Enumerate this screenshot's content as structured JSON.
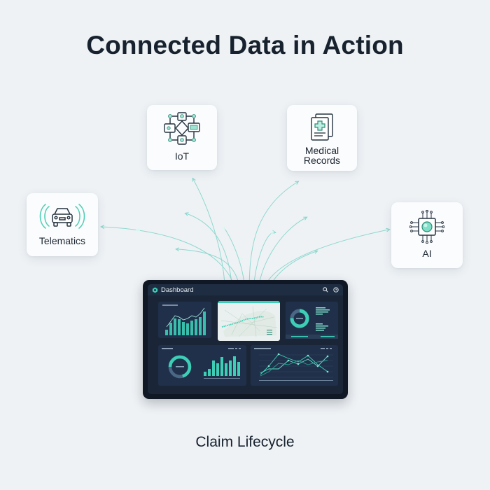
{
  "title": "Connected Data in Action",
  "sources": [
    {
      "id": "iot",
      "label": "IoT",
      "icon": "iot-network-icon"
    },
    {
      "id": "medical",
      "label_line1": "Medical",
      "label_line2": "Records",
      "icon": "medical-records-icon"
    },
    {
      "id": "telematics",
      "label": "Telematics",
      "icon": "connected-car-icon"
    },
    {
      "id": "ai",
      "label": "AI",
      "icon": "ai-chip-icon"
    }
  ],
  "dashboard": {
    "title": "Dashboard",
    "icons": [
      "dashboard-logo-icon",
      "search-icon",
      "clock-icon"
    ],
    "panels": [
      {
        "name": "bar-line-chart-panel",
        "bars": [
          14,
          30,
          38,
          40,
          33,
          28,
          36,
          40,
          44,
          52
        ]
      },
      {
        "name": "map-panel"
      },
      {
        "name": "donut-legend-panel"
      },
      {
        "name": "donut-bars-panel",
        "bars": [
          8,
          14,
          26,
          20,
          30,
          20,
          26,
          32,
          22
        ]
      },
      {
        "name": "multi-line-chart-panel"
      }
    ]
  },
  "caption": "Claim Lifecycle",
  "colors": {
    "accent": "#3ccfb6",
    "background": "#eef2f5",
    "dark": "#17222e",
    "device": "#0f1824"
  }
}
